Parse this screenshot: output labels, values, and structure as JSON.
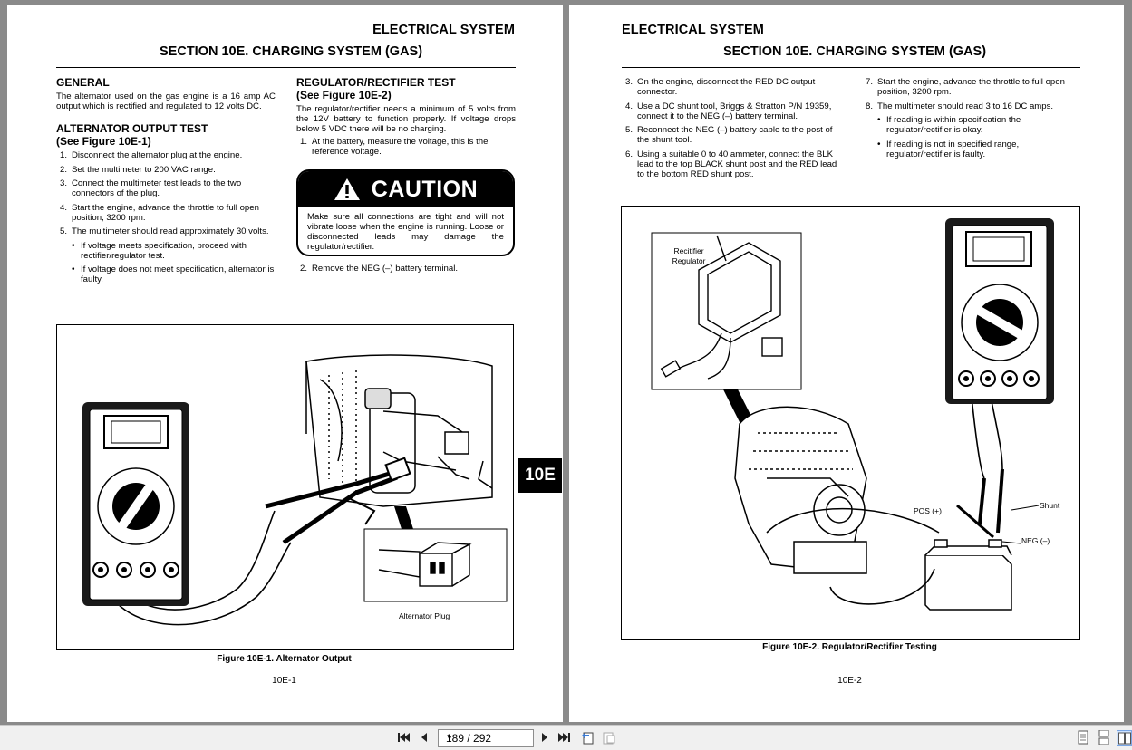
{
  "left_page": {
    "header_top": "ELECTRICAL SYSTEM",
    "header_section": "SECTION 10E. CHARGING SYSTEM (GAS)",
    "general": {
      "heading": "GENERAL",
      "text": "The alternator used on the gas engine is a 16 amp AC output which is rectified and regulated to 12 volts DC."
    },
    "alternator_test": {
      "heading": "ALTERNATOR OUTPUT TEST",
      "subheading": "(See Figure 10E-1)",
      "steps": [
        {
          "num": "1.",
          "text": "Disconnect the alternator plug at the engine."
        },
        {
          "num": "2.",
          "text": "Set the multimeter to 200 VAC range."
        },
        {
          "num": "3.",
          "text": "Connect the multimeter test leads to the two connectors of the plug."
        },
        {
          "num": "4.",
          "text": "Start the engine, advance the throttle to full open position, 3200 rpm."
        },
        {
          "num": "5.",
          "text": "The multimeter should read approximately 30 volts."
        }
      ],
      "bullets": [
        "If voltage meets specification, proceed with rectifier/regulator test.",
        "If voltage does not meet specification, alternator is faulty."
      ]
    },
    "regulator_test": {
      "heading": "REGULATOR/RECTIFIER TEST",
      "subheading": "(See Figure 10E-2)",
      "text": "The regulator/rectifier needs a minimum of 5 volts from the 12V battery to function properly. If voltage drops below 5 VDC there will be no charging.",
      "step1_num": "1.",
      "step1": "At the battery, measure the voltage, this is the reference voltage.",
      "step2_num": "2.",
      "step2": "Remove the NEG (–) battery terminal."
    },
    "caution": {
      "title": "CAUTION",
      "text": "Make sure all connections are tight and will not vibrate loose when the engine is running. Loose or disconnected leads may damage the regulator/rectifier."
    },
    "figure": {
      "inset_label": "Alternator Plug",
      "caption": "Figure 10E-1. Alternator Output"
    },
    "page_number": "10E-1"
  },
  "section_tab": "10E",
  "right_page": {
    "header_top": "ELECTRICAL SYSTEM",
    "header_section": "SECTION 10E. CHARGING SYSTEM (GAS)",
    "steps_left": [
      {
        "num": "3.",
        "text": "On the engine, disconnect the RED DC output connector."
      },
      {
        "num": "4.",
        "text": "Use a DC shunt tool, Briggs & Stratton P/N 19359, connect it to the NEG (–) battery terminal."
      },
      {
        "num": "5.",
        "text": "Reconnect the NEG (–) battery cable to the post of the shunt tool."
      },
      {
        "num": "6.",
        "text": "Using a suitable 0 to 40 ammeter, connect the BLK lead to the top BLACK shunt post and the RED lead to the bottom RED shunt post."
      }
    ],
    "steps_right": [
      {
        "num": "7.",
        "text": "Start the engine, advance the throttle to full open position, 3200 rpm."
      },
      {
        "num": "8.",
        "text": "The multimeter should read 3 to 16 DC amps."
      }
    ],
    "bullets": [
      "If reading is within specification the regulator/rectifier is okay.",
      "If reading is not in specified range, regulator/rectifier is faulty."
    ],
    "figure": {
      "label_recitifier": "Recitifier",
      "label_regulator": "Regulator",
      "label_pos": "POS (+)",
      "label_shunt": "Shunt",
      "label_neg": "NEG (–)",
      "caption": "Figure 10E-2. Regulator/Rectifier Testing"
    },
    "page_number": "10E-2"
  },
  "toolbar": {
    "page_indicator": "189 / 292"
  }
}
